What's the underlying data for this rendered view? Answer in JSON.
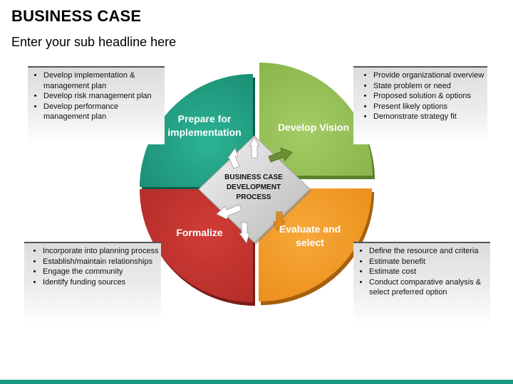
{
  "header": {
    "title": "BUSINESS CASE",
    "subtitle": "Enter your sub headline here"
  },
  "quadrants": {
    "top_left": "Prepare for implementation",
    "top_right": "Develop Vision",
    "bottom_left": "Formalize",
    "bottom_right": "Evaluate and select"
  },
  "center": "BUSINESS CASE DEVELOPMENT PROCESS",
  "boxes": {
    "top_left": [
      "Develop implementation & management  plan",
      "Develop risk management plan",
      "Develop performance management plan"
    ],
    "top_right": [
      "Provide organizational overview",
      "State problem or need",
      "Proposed solution & options",
      "Present likely options",
      "Demonstrate strategy fit"
    ],
    "bottom_left": [
      "Incorporate into planning process",
      "Establish/maintain relationships",
      "Engage the community",
      "Identify funding sources"
    ],
    "bottom_right": [
      "Define the resource and criteria",
      "Estimate benefit",
      "Estimate cost",
      "Conduct comparative analysis & select preferred option"
    ]
  },
  "colors": {
    "teal": "#1f9a80",
    "green": "#8fbd4f",
    "red": "#c1332e",
    "orange": "#f29a24",
    "footer": "#1b9a83"
  }
}
